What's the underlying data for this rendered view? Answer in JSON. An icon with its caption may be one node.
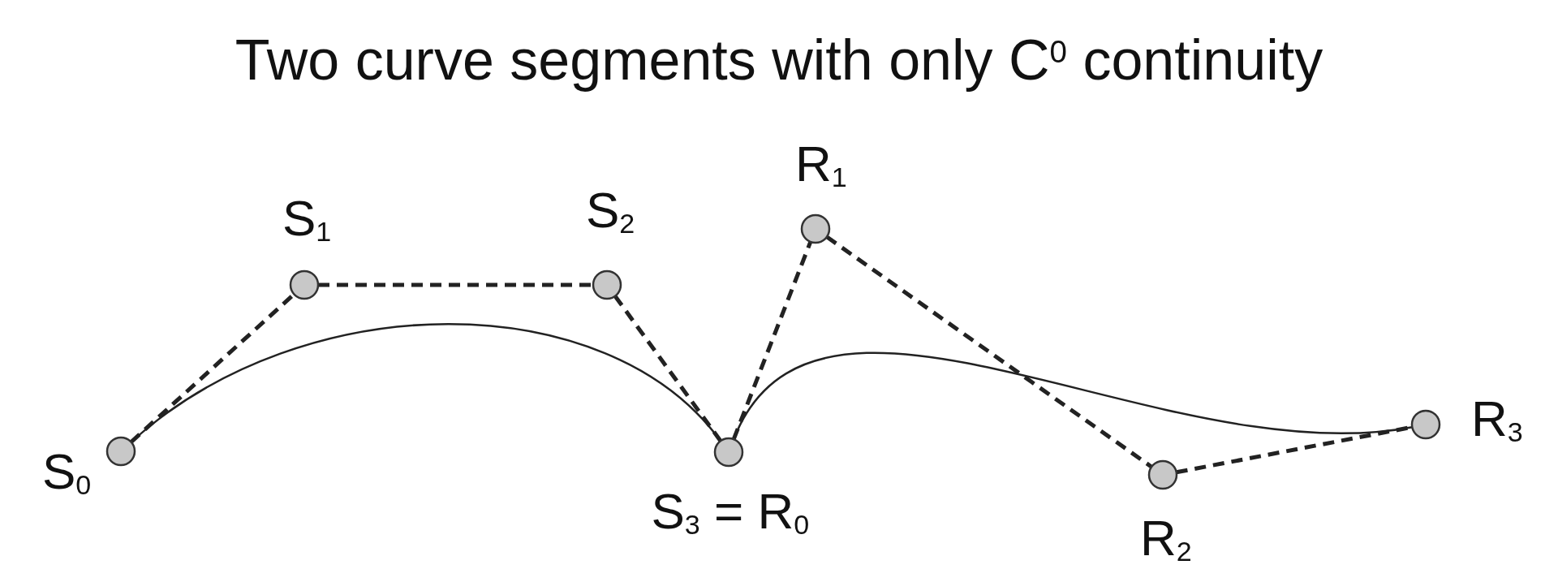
{
  "diagram": {
    "title": "Two curve segments with only C$^{0}$ continuity",
    "nodes": [
      {
        "text": [
          "S$_{0}$"
        ]
      },
      {
        "text": [
          "S$_{1}$"
        ]
      },
      {
        "text": [
          "S$_{2}$"
        ]
      },
      {
        "text": [
          "S$_{3}$ = R$_{0}$"
        ]
      },
      {
        "text": [
          "R$_{1}$"
        ]
      },
      {
        "text": [
          "R$_{2}$"
        ]
      },
      {
        "text": [
          "R$_{3}$"
        ]
      }
    ],
    "edges": [
      {
        "from": 0,
        "to": 3,
        "arrow": "none"
      },
      {
        "from": 3,
        "to": 6,
        "arrow": "none"
      },
      {
        "from": 0,
        "to": 1,
        "arrow": "none",
        "style": "dashed"
      },
      {
        "from": 1,
        "to": 2,
        "arrow": "none",
        "style": "dashed"
      },
      {
        "from": 2,
        "to": 3,
        "arrow": "none",
        "style": "dashed"
      },
      {
        "from": 3,
        "to": 4,
        "arrow": "none",
        "style": "dashed"
      },
      {
        "from": 4,
        "to": 5,
        "arrow": "none",
        "style": "dashed"
      },
      {
        "from": 5,
        "to": 6,
        "arrow": "none",
        "style": "dashed"
      }
    ]
  }
}
